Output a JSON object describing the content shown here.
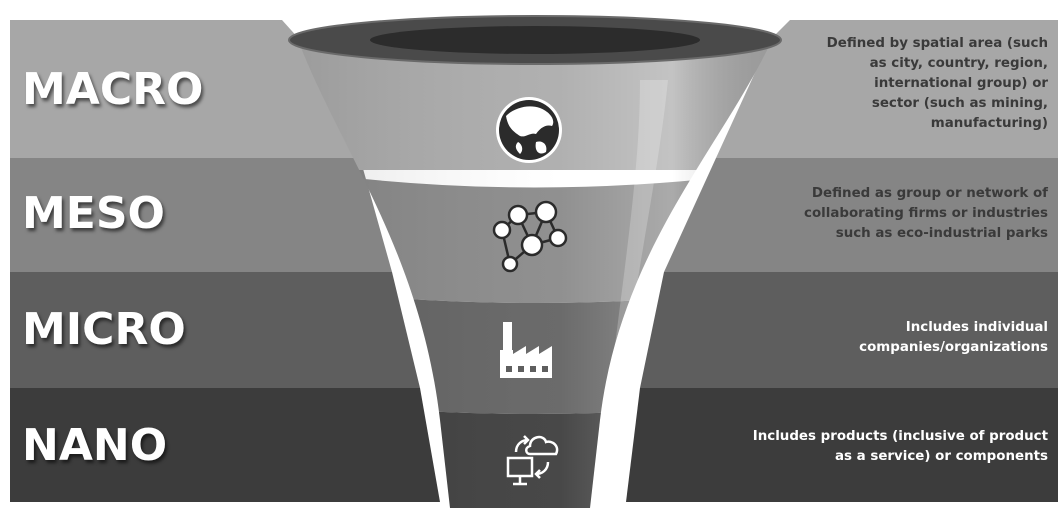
{
  "levels": [
    {
      "name": "MACRO",
      "icon": "globe-icon",
      "description": [
        "Defined by spatial area (such",
        "as city, country, region,",
        "international group) or",
        "sector (such as mining,",
        "manufacturing)"
      ]
    },
    {
      "name": "MESO",
      "icon": "network-icon",
      "description": [
        "Defined as group or network of",
        "collaborating firms or industries",
        "such as eco-industrial parks"
      ]
    },
    {
      "name": "MICRO",
      "icon": "factory-icon",
      "description": [
        "Includes individual",
        "companies/organizations"
      ]
    },
    {
      "name": "NANO",
      "icon": "cloud-computer-icon",
      "description": [
        "Includes products (inclusive of product",
        "as a service) or components"
      ]
    }
  ],
  "colors": {
    "band_macro": "#a7a7a7",
    "band_meso": "#858585",
    "band_micro": "#5e5e5e",
    "band_nano": "#3c3c3c"
  }
}
